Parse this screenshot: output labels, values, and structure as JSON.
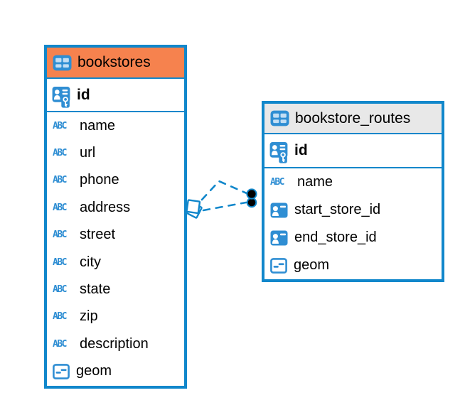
{
  "diagram": {
    "glyphs": {
      "text_type": "ABC"
    },
    "colors": {
      "table_border": "#1187CB",
      "bookstores_header_fill": "#F6824E",
      "routes_header_fill": "#E8E8E8",
      "icon_blue": "#2F8ED3",
      "icon_cell_light": "#C3DEF4",
      "text": "#000000",
      "endpoint_dot_fill": "#000000",
      "background": "#FFFFFF"
    },
    "tables": [
      {
        "title": "bookstores",
        "primary_key": {
          "name": "id",
          "type": "primary_key"
        },
        "columns": [
          {
            "name": "name",
            "type": "text"
          },
          {
            "name": "url",
            "type": "text"
          },
          {
            "name": "phone",
            "type": "text"
          },
          {
            "name": "address",
            "type": "text"
          },
          {
            "name": "street",
            "type": "text"
          },
          {
            "name": "city",
            "type": "text"
          },
          {
            "name": "state",
            "type": "text"
          },
          {
            "name": "zip",
            "type": "text"
          },
          {
            "name": "description",
            "type": "text"
          },
          {
            "name": "geom",
            "type": "geometry"
          }
        ]
      },
      {
        "title": "bookstore_routes",
        "primary_key": {
          "name": "id",
          "type": "primary_key"
        },
        "columns": [
          {
            "name": "name",
            "type": "text"
          },
          {
            "name": "start_store_id",
            "type": "foreign_key"
          },
          {
            "name": "end_store_id",
            "type": "foreign_key"
          },
          {
            "name": "geom",
            "type": "geometry"
          }
        ]
      }
    ],
    "relationship": {
      "connects": [
        "bookstores",
        "bookstore_routes"
      ],
      "line_style": "dashed",
      "line_count": 2,
      "source_marker": "stacked-diamond",
      "target_marker": "filled-dots",
      "target_marker_count": 2
    }
  }
}
